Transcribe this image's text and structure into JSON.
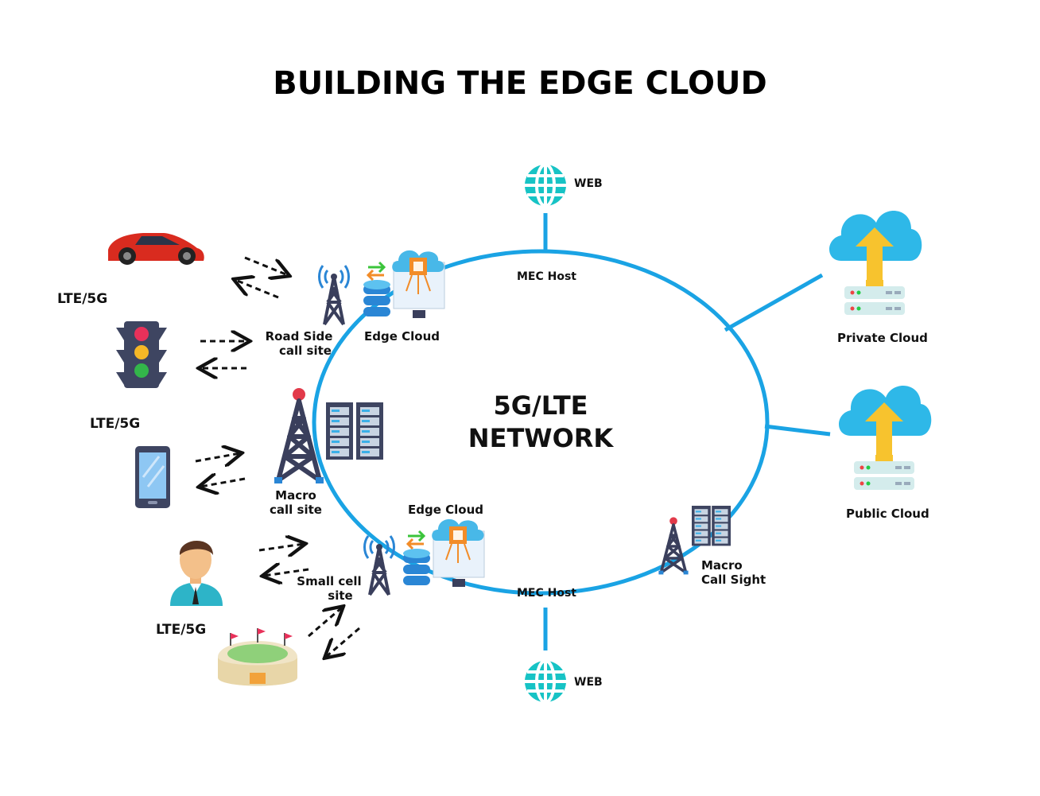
{
  "title": "BUILDING THE EDGE CLOUD",
  "network": {
    "line1": "5G/LTE",
    "line2": "NETWORK"
  },
  "labels": {
    "web_top": "WEB",
    "web_bottom": "WEB",
    "mec_host_top": "MEC Host",
    "mec_host_bottom": "MEC Host",
    "private_cloud": "Private Cloud",
    "public_cloud": "Public Cloud",
    "road_side_1": "Road Side",
    "road_side_2": "call site",
    "edge_cloud_top": "Edge Cloud",
    "edge_cloud_bottom": "Edge Cloud",
    "macro_1": "Macro",
    "macro_2": "call site",
    "small_cell_1": "Small cell",
    "small_cell_2": "site",
    "macro_sight_1": "Macro",
    "macro_sight_2": "Call Sight",
    "lte_car": "LTE/5G",
    "lte_traffic": "LTE/5G",
    "lte_person": "LTE/5G"
  },
  "colors": {
    "ring": "#1aa3e4",
    "globe": "#17c3c5",
    "cloud": "#2eb8e8",
    "arrow_up": "#f7c32e",
    "tower": "#3a3f5c",
    "tower_top": "#e23a4a",
    "car": "#d92b1f",
    "screen": "#8ec7f3"
  },
  "icons": [
    "globe-icon",
    "cloud-upload-icon",
    "server-icon",
    "tower-icon",
    "server-rack-icon",
    "car-icon",
    "traffic-light-icon",
    "smartphone-icon",
    "person-icon",
    "stadium-icon",
    "database-icon",
    "monitor-icon"
  ]
}
